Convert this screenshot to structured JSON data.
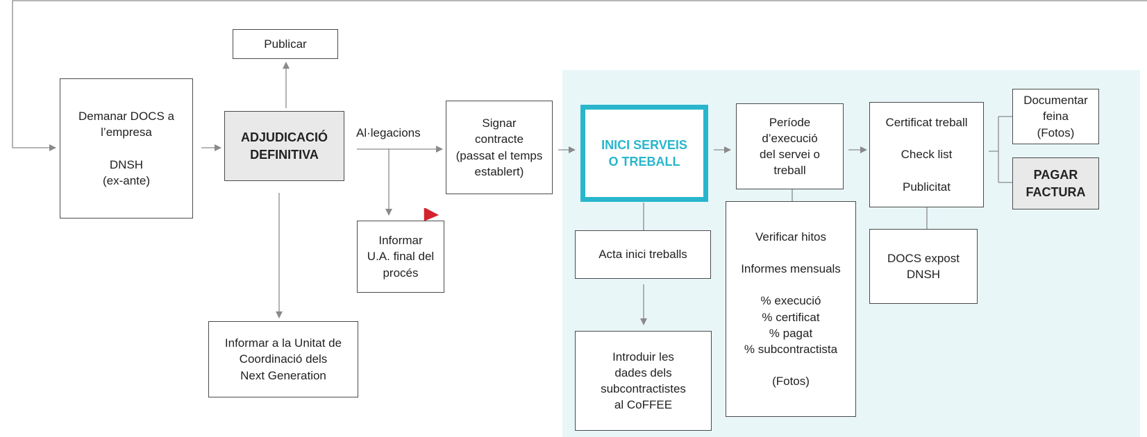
{
  "diagram": {
    "colors": {
      "line": "#8a8a8a",
      "border": "#4a4a4a",
      "highlight": "#29b6cc",
      "region": "#e8f6f8",
      "flag": "#d3212d",
      "box_grey": "#e9e9e9"
    },
    "boxes": {
      "publicar": "Publicar",
      "demanar_docs": "Demanar DOCS a\nl’empresa\n\nDNSH\n(ex-ante)",
      "adjudicacio": "ADJUDICACIÓ\nDEFINITIVA",
      "signar": "Signar\ncontracte\n(passat el temps\nestablert)",
      "informar_ua": "Informar\nU.A. final del\nprocés",
      "informar_unitat": "Informar a la Unitat de\nCoordinació dels\nNext Generation",
      "inici_serveis": "INICI SERVEIS\nO TREBALL",
      "acta_inici": "Acta inici treballs",
      "introduir": "Introduir les\ndades dels\nsubcontractistes\nal CoFFEE",
      "periode": "Període\nd’execució\ndel servei o\ntreball",
      "verificar": "Verificar hitos\n\nInformes mensuals\n\n% execució\n% certificat\n% pagat\n% subcontractista\n\n(Fotos)",
      "certificat": "Certificat treball\n\nCheck list\n\nPublicitat",
      "docs_expost": "DOCS expost\nDNSH",
      "documentar": "Documentar\nfeina\n(Fotos)",
      "pagar": "PAGAR\nFACTURA"
    },
    "labels": {
      "allegacions": "Al·legacions"
    }
  }
}
